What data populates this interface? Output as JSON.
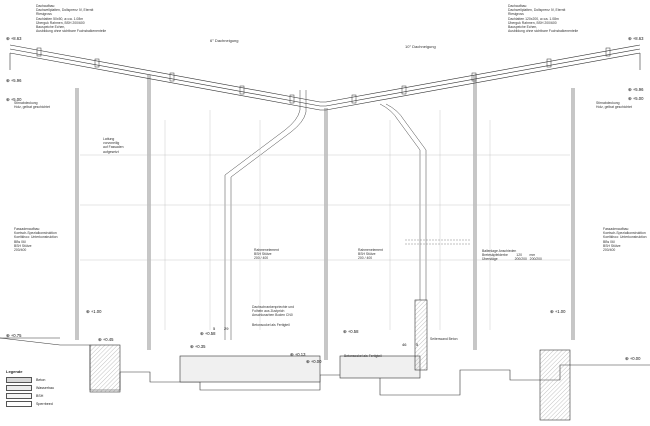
{
  "levels": {
    "ridge_left": "+8.63",
    "ridge_right": "+8.63",
    "eave_left_upper": "+5.96",
    "eave_left_lower": "+5.00",
    "eave_right_upper": "+5.96",
    "eave_right_lower": "+5.00",
    "floor_left": "+1.00",
    "floor_right": "+1.00",
    "floor_center_left": "+0.58",
    "floor_center_right": "+0.58",
    "ground_left": "+0.75",
    "ground_right": "+0.00",
    "step_left": "+0.45",
    "step_mid_a": "+0.35",
    "step_mid_b": "+0.13",
    "step_mid_c": "+0.00"
  },
  "slopes": {
    "left": "6° Dachneigung",
    "right": "10° Dachneigung"
  },
  "annotations": {
    "roof_left": "Dachaufbau:\nDachwellplatten, Dollsprenz IV, Eternit\nRiesigross\nDachlatten 50x50, a=ca. 1.08m\nÜberguk Rahmen, BSH 200/600\nBauspeiche Echen,\nAusbildung ohne sichtbare Fuchsbalkenenteile",
    "roof_right": "Dachaufbau:\nDachwellplatten, Dollsprenz IV, Eternit\nRiesigross\nDachlatten 120x200, a=ca. 1.08m\nÜberguk Rahmen, BSH 200/600\nBauspeiche Echen,\nAusbildung ohne sichtbare Fuchsbalkenenteile",
    "eave_left": "Stirnabdeckung\nHolz, gelbat geschichtet",
    "eave_right": "Stirnabdeckung\nHolz, gelbat geschichtet",
    "batten": "Lattung\nvorvoneilig\nauf Fassaden\naufgesetzt",
    "facade_left": "Fassadenaufbau:\nKoetsch-Spezialkonstruktion\nKoeltkhoo: Unterkonstruktion\nBBs 06l\nBSH Stütze\n200/400",
    "facade_right": "Fassadenaufbau:\nKoetsch-Spezialkonstruktion\nKoeltkhoo: Unterkonstruktion\nBBs 06l\nBSH Stütze\n200/400",
    "frame_left": "Rahmenelement\nBSH Stütze\n200 / 400",
    "frame_right": "Rahmenelement\nBSH Stütze\n200 / 400",
    "storage": "Ballenlage Anschieden\nBretesäpfelderbe         120        mm\nÜberstäge                  200/200   200/200",
    "slab": "Dachschrankenpriechie und\nFolheln aus Zustprich\nAnschlussrben Boden CN0",
    "concrete_left": "Betonsockel als Fertigteil",
    "concrete_right": "Betonsockel als Fertigteil",
    "wall_right": "Seitenwand Beton"
  },
  "dims": {
    "d1": "5",
    "d2": "29",
    "d3": "46",
    "d4": "5"
  },
  "legend": {
    "title": "Legende",
    "items": [
      {
        "label": "Beton",
        "fill": "#d8d8d8"
      },
      {
        "label": "Wasserhau",
        "fill": "#ececec"
      },
      {
        "label": "BSH",
        "fill": "#f5f5f5"
      },
      {
        "label": "Sperrbeed",
        "fill": "#ffffff"
      }
    ]
  }
}
